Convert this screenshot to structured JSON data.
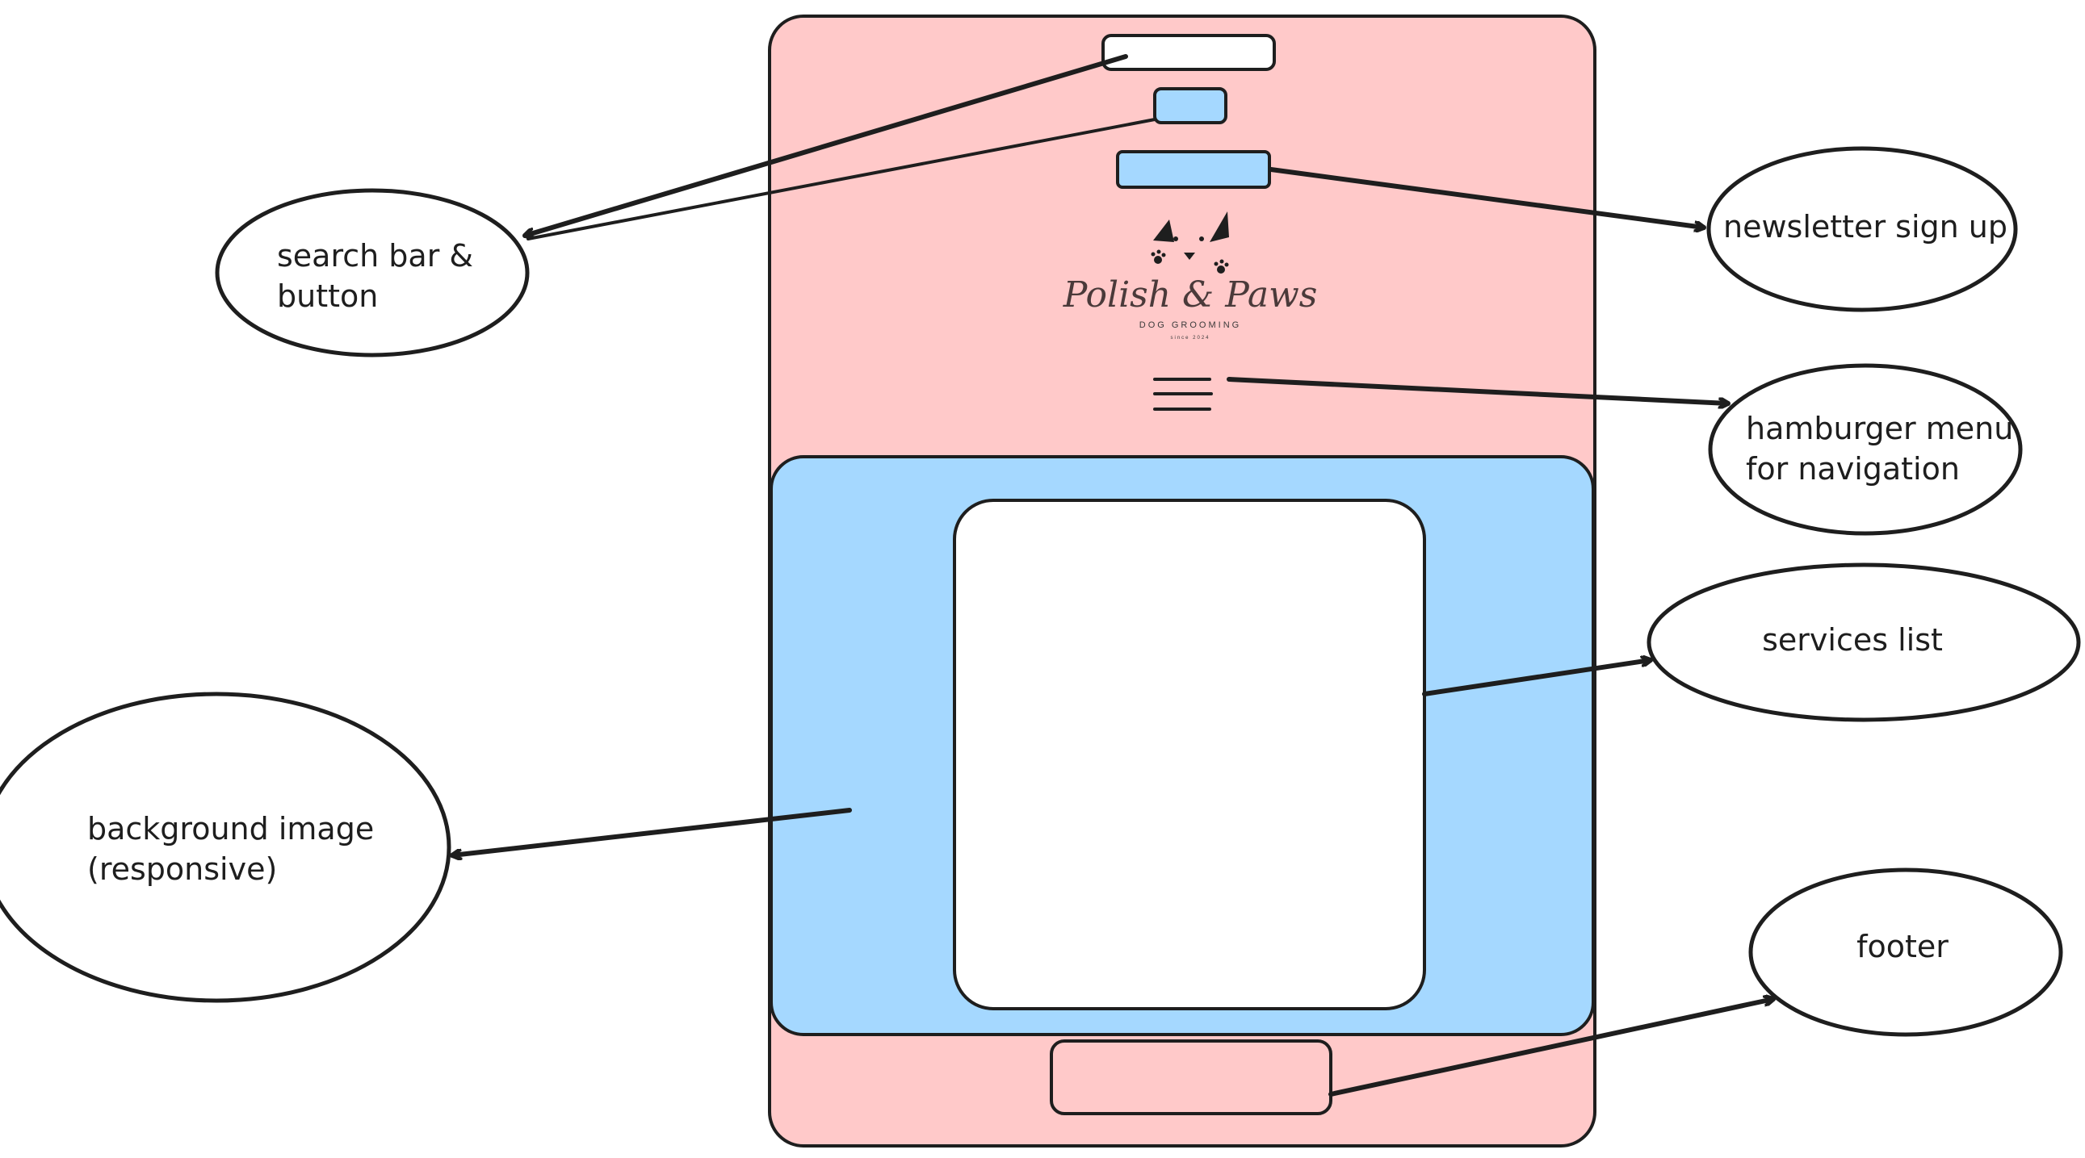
{
  "labels": {
    "search": [
      "search bar &",
      "button"
    ],
    "newsletter": "newsletter sign up",
    "hamburger": [
      "hamburger menu",
      "for navigation"
    ],
    "services": "services list",
    "background": [
      "background image",
      "(responsive)"
    ],
    "footer": "footer"
  },
  "logo": {
    "name": "Polish & Paws",
    "tagline": "DOG GROOMING",
    "since": "since 2024"
  },
  "colors": {
    "pink": "#ffc9c9",
    "blue": "#a5d8ff",
    "ink": "#1e1e1e",
    "white": "#ffffff"
  }
}
